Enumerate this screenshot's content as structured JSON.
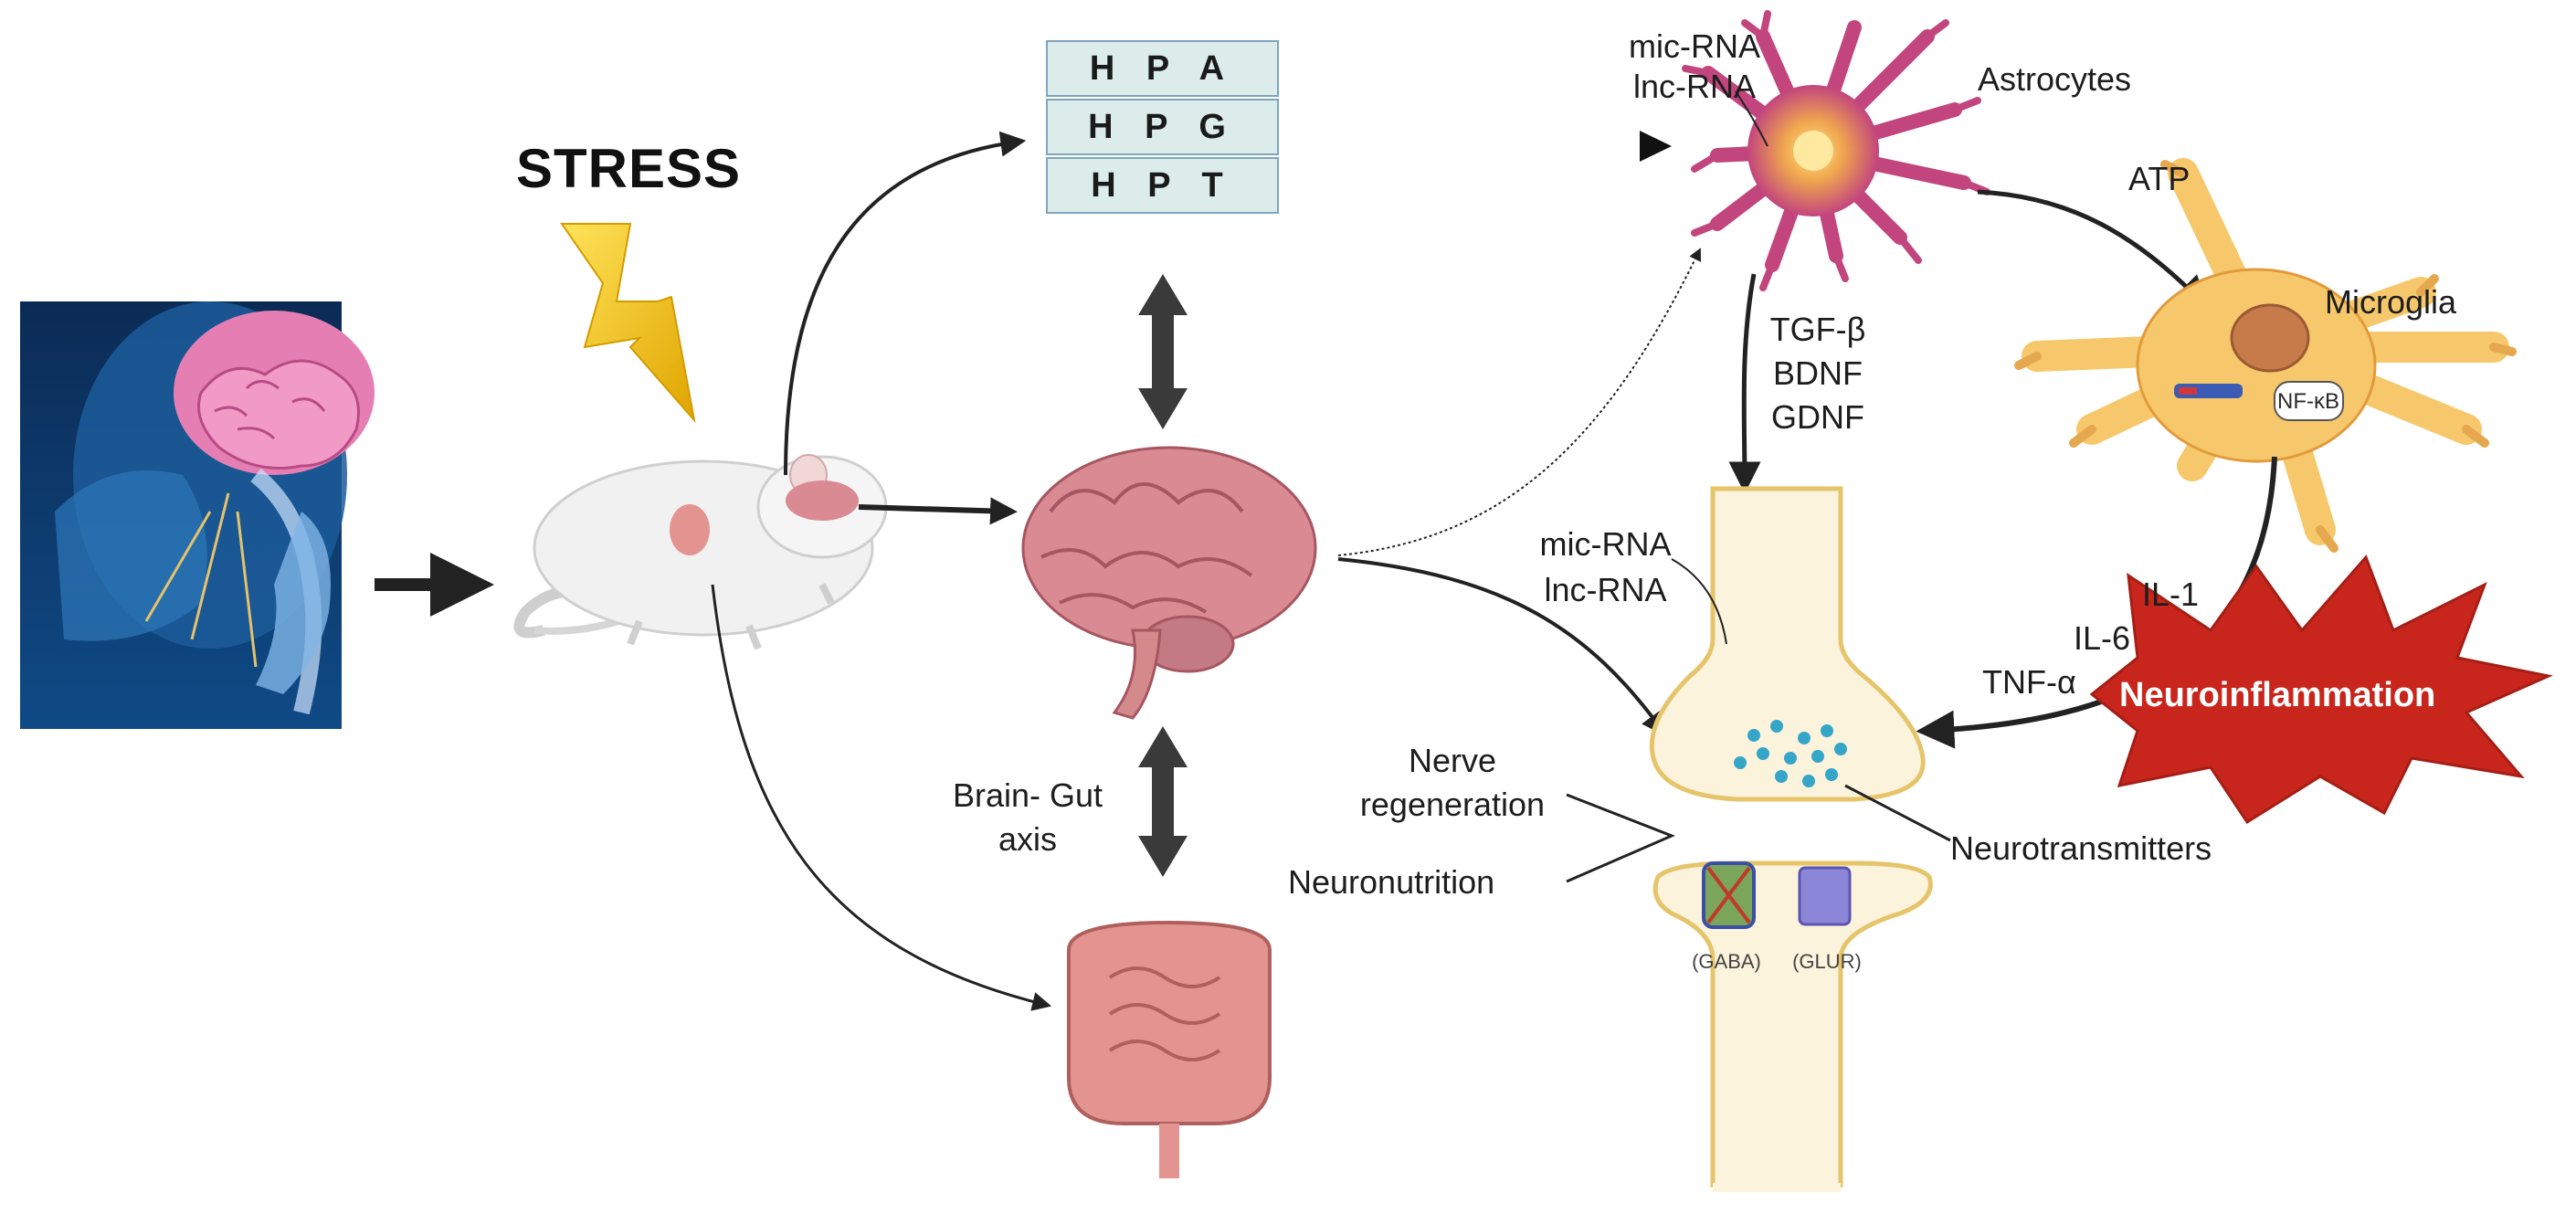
{
  "stress": "STRESS",
  "axes": [
    "H P A",
    "H P G",
    "H P T"
  ],
  "astrocyte": {
    "mirna": "mic-RNA",
    "lncrna": "lnc-RNA",
    "label": "Astrocytes"
  },
  "atp": "ATP",
  "microglia": {
    "label": "Microglia",
    "nfkb": "NF-κB"
  },
  "factors": [
    "TGF-β",
    "BDNF",
    "GDNF"
  ],
  "synapse_rna": {
    "mirna": "mic-RNA",
    "lncrna": "lnc-RNA"
  },
  "cytokines": [
    "IL-1",
    "IL-6",
    "TNF-α"
  ],
  "neuroinflammation": "Neuroinflammation",
  "brain_gut": [
    "Brain- Gut",
    "axis"
  ],
  "nerve_regen": [
    "Nerve",
    "regeneration"
  ],
  "neuronutrition": "Neuronutrition",
  "neurotransmitters": "Neurotransmitters",
  "receptors": [
    "(GABA)",
    "(GLUR)"
  ],
  "colors": {
    "arrow": "#2b2b2b",
    "axis_box_fill": "#dbeceb",
    "axis_box_border": "#7fa6bc",
    "astrocyte": "#c2457e",
    "microglia": "#f6c86b",
    "neuron": "#fbf3dc",
    "neuron_border": "#e6c46a",
    "brain": "#d98a93",
    "gut": "#e49490",
    "star": "#c8261c",
    "lightning": "#f2c21b",
    "vesicle": "#36a6c8"
  }
}
